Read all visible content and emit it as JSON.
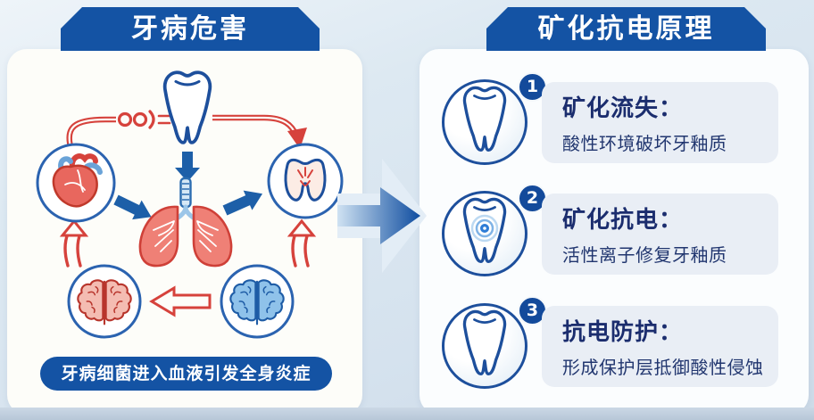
{
  "left_panel": {
    "header": "牙病危害",
    "caption": "牙病细菌进入血液引发全身炎症",
    "diagram_icons": [
      "tooth-icon",
      "bacteria-chain-icon",
      "heart-icon",
      "lungs-icon",
      "tonsils-icon",
      "inflamed-brain-icon",
      "healthy-brain-icon"
    ]
  },
  "connector": {
    "icon": "flow-right-arrow-icon"
  },
  "right_panel": {
    "header": "矿化抗电原理",
    "items": [
      {
        "number": "1",
        "icon": "tooth-icon",
        "title": "矿化流失：",
        "description": "酸性环境破坏牙釉质"
      },
      {
        "number": "2",
        "icon": "tooth-remineralize-icon",
        "title": "矿化抗电：",
        "description": "活性离子修复牙釉质"
      },
      {
        "number": "3",
        "icon": "tooth-icon",
        "title": "抗电防护：",
        "description": "形成保护层抵御酸性侵蚀"
      }
    ]
  },
  "colors": {
    "banner_blue": "#1453a4",
    "badge_blue": "#134a9b",
    "outline_blue": "#1d4f9c",
    "arrow_blue": "#1d5fa8",
    "red": "#d6423c",
    "title_navy": "#1b2d6e",
    "card_bg": "#e9eef5",
    "page_bg": "#d5e2ee"
  }
}
